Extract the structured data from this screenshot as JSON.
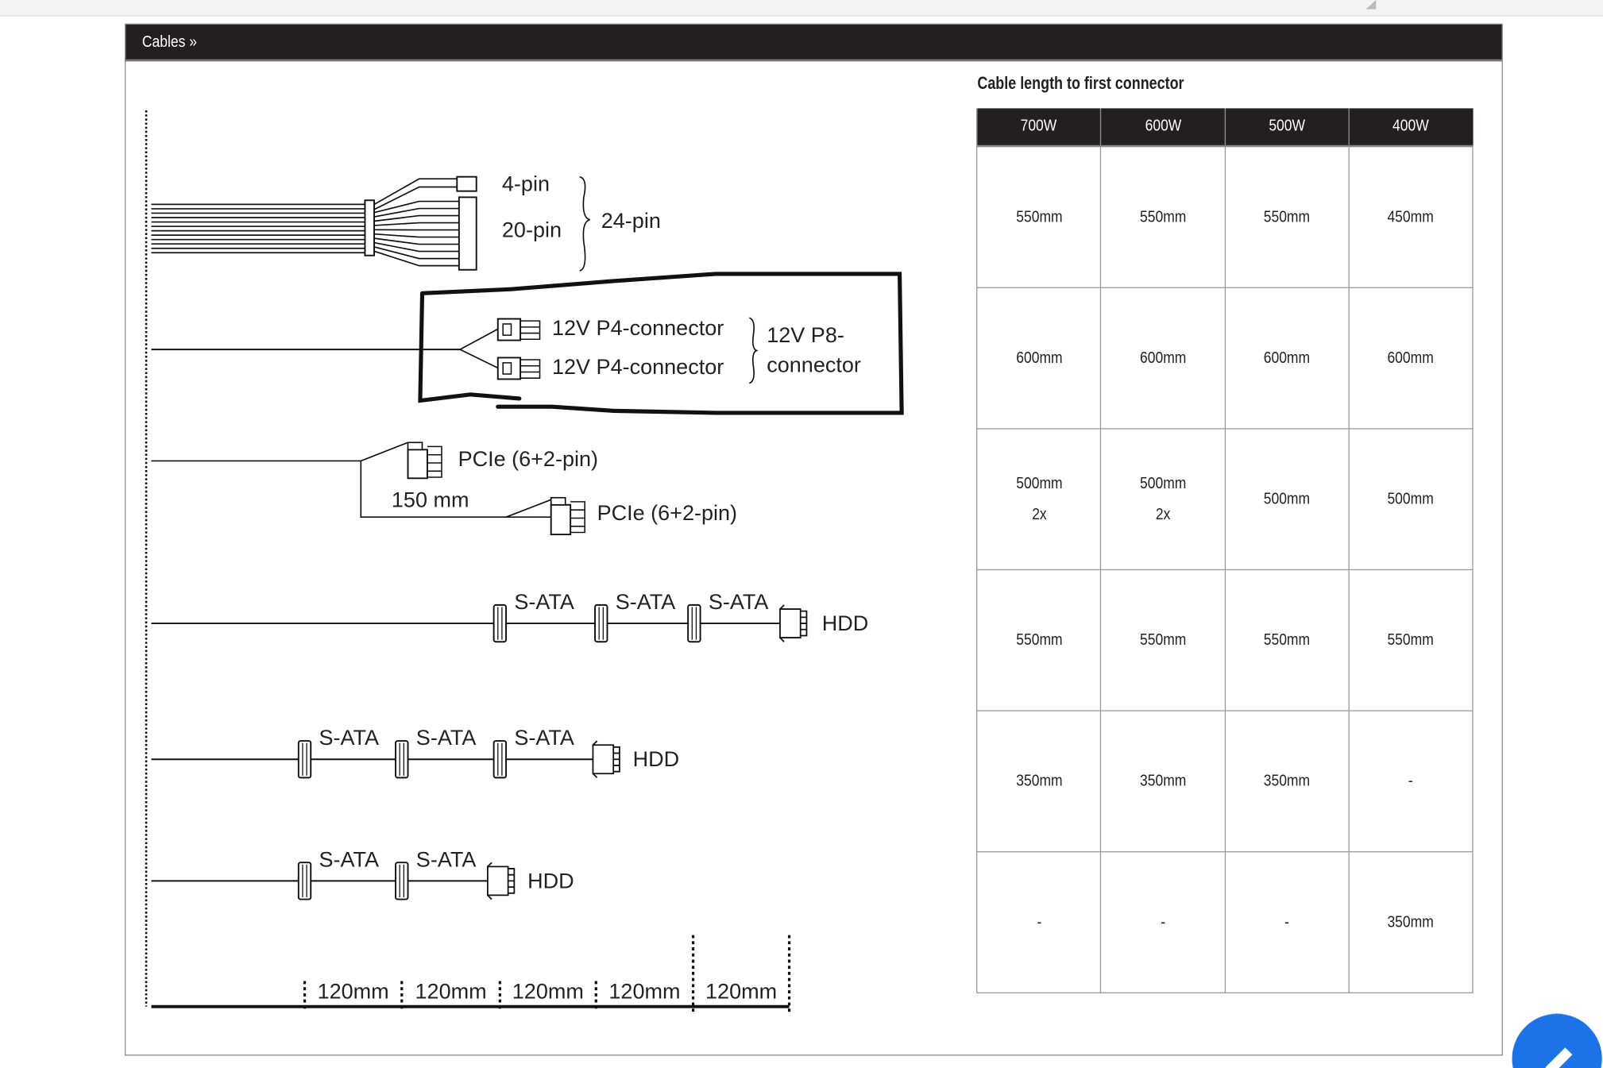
{
  "panel": {
    "title": "Cables »"
  },
  "diagram": {
    "atx": {
      "pin4": "4-pin",
      "pin20": "20-pin",
      "pin24": "24-pin"
    },
    "eps": {
      "p4a": "12V P4-connector",
      "p4b": "12V P4-connector",
      "p8_line1": "12V P8-",
      "p8_line2": "connector"
    },
    "pcie": {
      "c1": "PCIe (6+2-pin)",
      "c2": "PCIe (6+2-pin)",
      "gap": "150 mm"
    },
    "sata_label": "S-ATA",
    "hdd_label": "HDD",
    "ruler": [
      "120mm",
      "120mm",
      "120mm",
      "120mm",
      "120mm"
    ]
  },
  "table": {
    "title": "Cable length to first connector",
    "headers": [
      "700W",
      "600W",
      "500W",
      "400W"
    ],
    "rows": [
      [
        "550mm",
        "550mm",
        "550mm",
        "450mm"
      ],
      [
        "600mm",
        "600mm",
        "600mm",
        "600mm"
      ],
      [
        "500mm\n2x",
        "500mm\n2x",
        "500mm",
        "500mm"
      ],
      [
        "550mm",
        "550mm",
        "550mm",
        "550mm"
      ],
      [
        "350mm",
        "350mm",
        "350mm",
        "-"
      ],
      [
        "-",
        "-",
        "-",
        "350mm"
      ]
    ]
  }
}
